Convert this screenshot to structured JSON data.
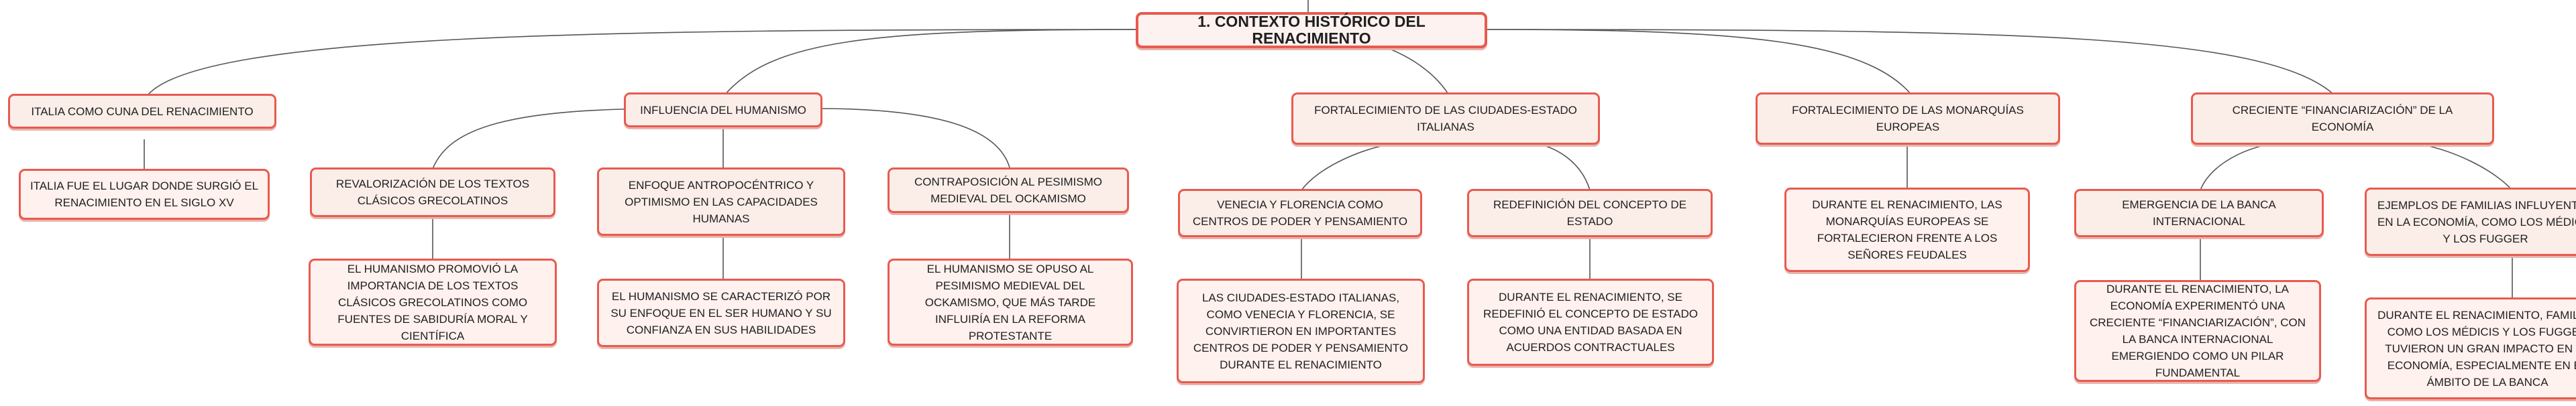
{
  "root": "1. CONTEXTO HISTÓRICO DEL RENACIMIENTO",
  "branches": [
    {
      "label": "ITALIA COMO CUNA DEL RENACIMIENTO",
      "children": [
        {
          "label": "ITALIA FUE EL LUGAR DONDE SURGIÓ EL RENACIMIENTO EN EL SIGLO XV"
        }
      ]
    },
    {
      "label": "INFLUENCIA DEL HUMANISMO",
      "children": [
        {
          "label": "REVALORIZACIÓN DE LOS TEXTOS CLÁSICOS GRECOLATINOS",
          "children": [
            {
              "label": "EL HUMANISMO PROMOVIÓ LA IMPORTANCIA DE LOS TEXTOS CLÁSICOS GRECOLATINOS COMO FUENTES DE SABIDURÍA MORAL Y CIENTÍFICA"
            }
          ]
        },
        {
          "label": "ENFOQUE ANTROPOCÉNTRICO Y OPTIMISMO EN LAS CAPACIDADES HUMANAS",
          "children": [
            {
              "label": "EL HUMANISMO SE CARACTERIZÓ POR SU ENFOQUE EN EL SER HUMANO Y SU CONFIANZA EN SUS HABILIDADES"
            }
          ]
        },
        {
          "label": "CONTRAPOSICIÓN AL PESIMISMO MEDIEVAL DEL OCKAMISMO",
          "children": [
            {
              "label": "EL HUMANISMO SE OPUSO AL PESIMISMO MEDIEVAL DEL OCKAMISMO, QUE MÁS TARDE INFLUIRÍA EN LA REFORMA PROTESTANTE"
            }
          ]
        }
      ]
    },
    {
      "label": "FORTALECIMIENTO DE LAS CIUDADES-ESTADO ITALIANAS",
      "children": [
        {
          "label": "VENECIA Y FLORENCIA COMO CENTROS DE PODER Y PENSAMIENTO",
          "children": [
            {
              "label": "LAS CIUDADES-ESTADO ITALIANAS, COMO VENECIA Y FLORENCIA, SE CONVIRTIERON EN IMPORTANTES CENTROS DE PODER Y PENSAMIENTO DURANTE EL RENACIMIENTO"
            }
          ]
        },
        {
          "label": "REDEFINICIÓN DEL CONCEPTO DE ESTADO",
          "children": [
            {
              "label": "DURANTE EL RENACIMIENTO, SE REDEFINIÓ EL CONCEPTO DE ESTADO COMO UNA ENTIDAD BASADA EN ACUERDOS CONTRACTUALES"
            }
          ]
        }
      ]
    },
    {
      "label": "FORTALECIMIENTO DE LAS MONARQUÍAS EUROPEAS",
      "children": [
        {
          "label": "DURANTE EL RENACIMIENTO, LAS MONARQUÍAS EUROPEAS SE FORTALECIERON FRENTE A LOS SEÑORES FEUDALES"
        }
      ]
    },
    {
      "label": "CRECIENTE “FINANCIARIZACIÓN” DE LA ECONOMÍA",
      "children": [
        {
          "label": "EMERGENCIA DE LA BANCA INTERNACIONAL",
          "children": [
            {
              "label": "DURANTE EL RENACIMIENTO, LA ECONOMÍA EXPERIMENTÓ UNA CRECIENTE “FINANCIARIZACIÓN”, CON LA BANCA INTERNACIONAL EMERGIENDO COMO UN PILAR FUNDAMENTAL"
            }
          ]
        },
        {
          "label": "EJEMPLOS DE FAMILIAS INFLUYENTES EN LA ECONOMÍA, COMO LOS MÉDICIS Y LOS FUGGER",
          "children": [
            {
              "label": "DURANTE EL RENACIMIENTO, FAMILIAS COMO LOS MÉDICIS Y LOS FUGGER TUVIERON UN GRAN IMPACTO EN LA ECONOMÍA, ESPECIALMENTE EN EL ÁMBITO DE LA BANCA"
            }
          ]
        }
      ]
    }
  ]
}
